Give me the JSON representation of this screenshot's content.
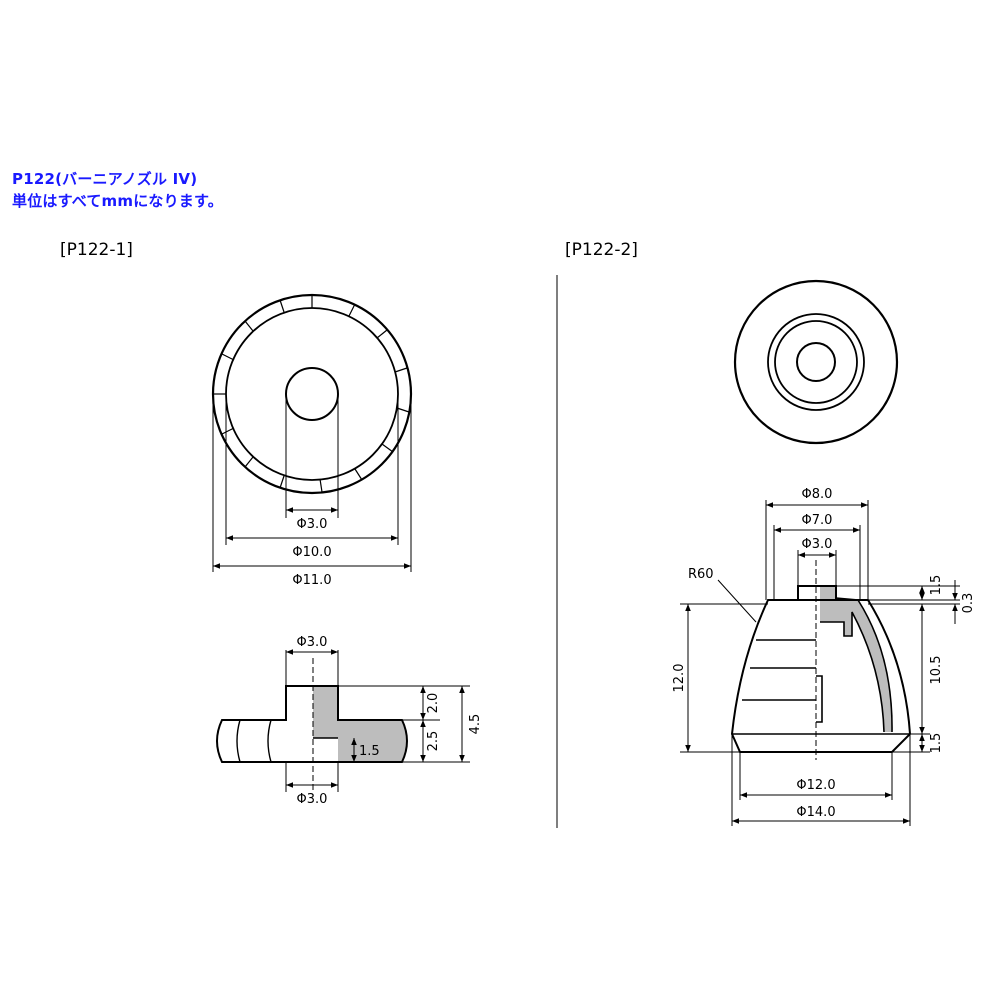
{
  "header": {
    "line1": "P122(バーニアノズル IV)",
    "line2": "単位はすべてmmになります。"
  },
  "parts": [
    {
      "label": "[P122-1]",
      "top_view_dims": [
        "Φ3.0",
        "Φ10.0",
        "Φ11.0"
      ],
      "side_view_dims": [
        "Φ3.0",
        "Φ3.0",
        "2.0",
        "2.5",
        "4.5",
        "1.5"
      ]
    },
    {
      "label": "[P122-2]",
      "side_view_dims": [
        "Φ8.0",
        "Φ7.0",
        "Φ3.0",
        "R60",
        "1.5",
        "0.3",
        "12.0",
        "10.5",
        "1.5",
        "Φ12.0",
        "Φ14.0"
      ]
    }
  ],
  "colors": {
    "header": "#1a1aff",
    "line": "#000000",
    "section_fill": "#bdbdbd"
  }
}
